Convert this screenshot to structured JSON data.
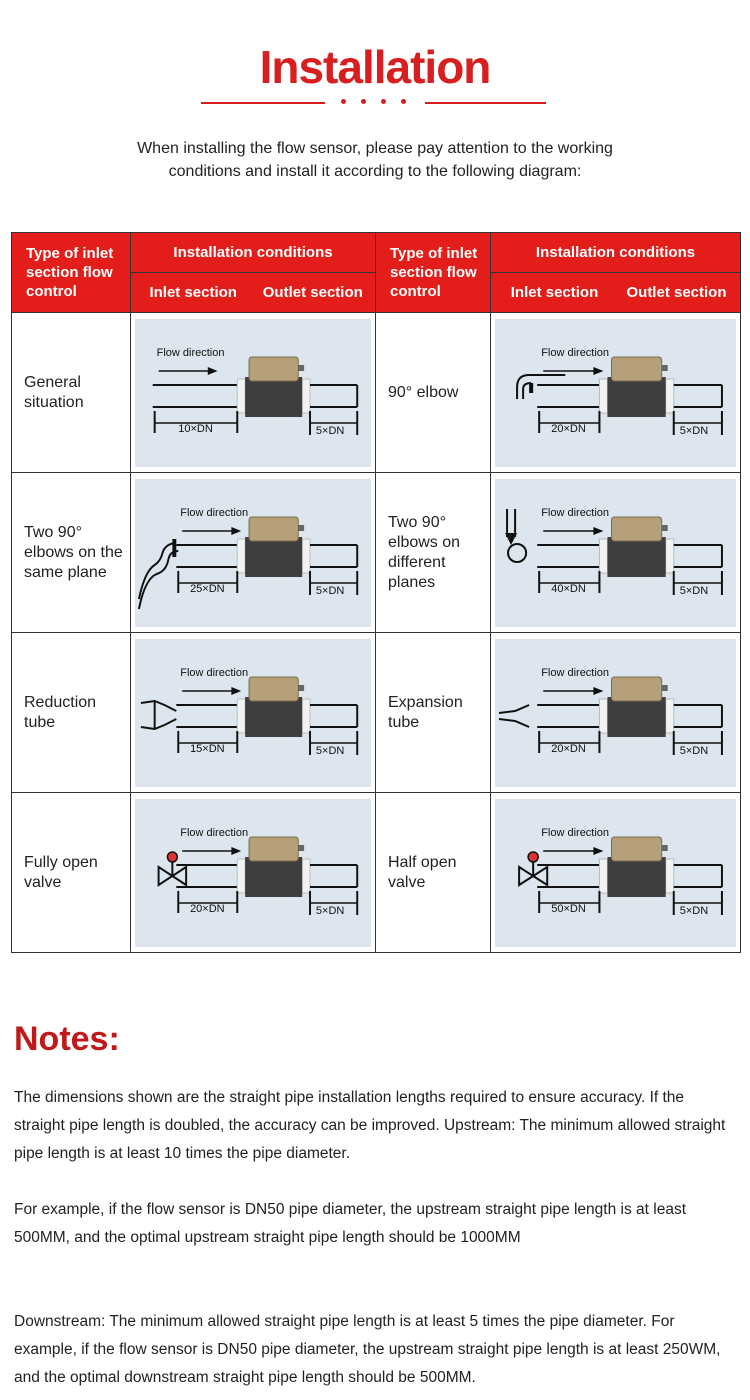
{
  "header": {
    "title": "Installation",
    "intro": "When installing the flow sensor, please pay attention to the working conditions and install it according to the following diagram:"
  },
  "table": {
    "col_type": "Type of inlet section flow control",
    "col_conditions": "Installation conditions",
    "sub_inlet": "Inlet section",
    "sub_outlet": "Outlet section",
    "flow_label": "Flow direction",
    "rows": [
      {
        "left": {
          "label": "General situation",
          "inlet": "10×DN",
          "outlet": "5×DN"
        },
        "right": {
          "label": "90° elbow",
          "inlet": "20×DN",
          "outlet": "5×DN"
        }
      },
      {
        "left": {
          "label": "Two 90° elbows on the same plane",
          "inlet": "25×DN",
          "outlet": "5×DN"
        },
        "right": {
          "label": "Two 90° elbows on different planes",
          "inlet": "40×DN",
          "outlet": "5×DN"
        }
      },
      {
        "left": {
          "label": "Reduction tube",
          "inlet": "15×DN",
          "outlet": "5×DN"
        },
        "right": {
          "label": "Expansion tube",
          "inlet": "20×DN",
          "outlet": "5×DN"
        }
      },
      {
        "left": {
          "label": "Fully open valve",
          "inlet": "20×DN",
          "outlet": "5×DN"
        },
        "right": {
          "label": "Half open valve",
          "inlet": "50×DN",
          "outlet": "5×DN"
        }
      }
    ]
  },
  "notes": {
    "title": "Notes:",
    "p1": "The dimensions shown are the straight pipe installation lengths required to ensure accuracy. If the straight pipe length is doubled, the accuracy can be improved. Upstream: The minimum allowed straight pipe length is at least 10 times the pipe diameter.",
    "p2": "For example, if the flow sensor is DN50 pipe diameter, the upstream straight pipe length is at least 500MM, and the optimal upstream straight pipe length should be 1000MM",
    "p3": "Downstream: The minimum allowed straight pipe length is at least 5 times the pipe diameter. For example, if the flow sensor is DN50 pipe diameter, the upstream straight pipe length is at least 250WM, and the optimal downstream straight pipe length should be 500MM."
  }
}
